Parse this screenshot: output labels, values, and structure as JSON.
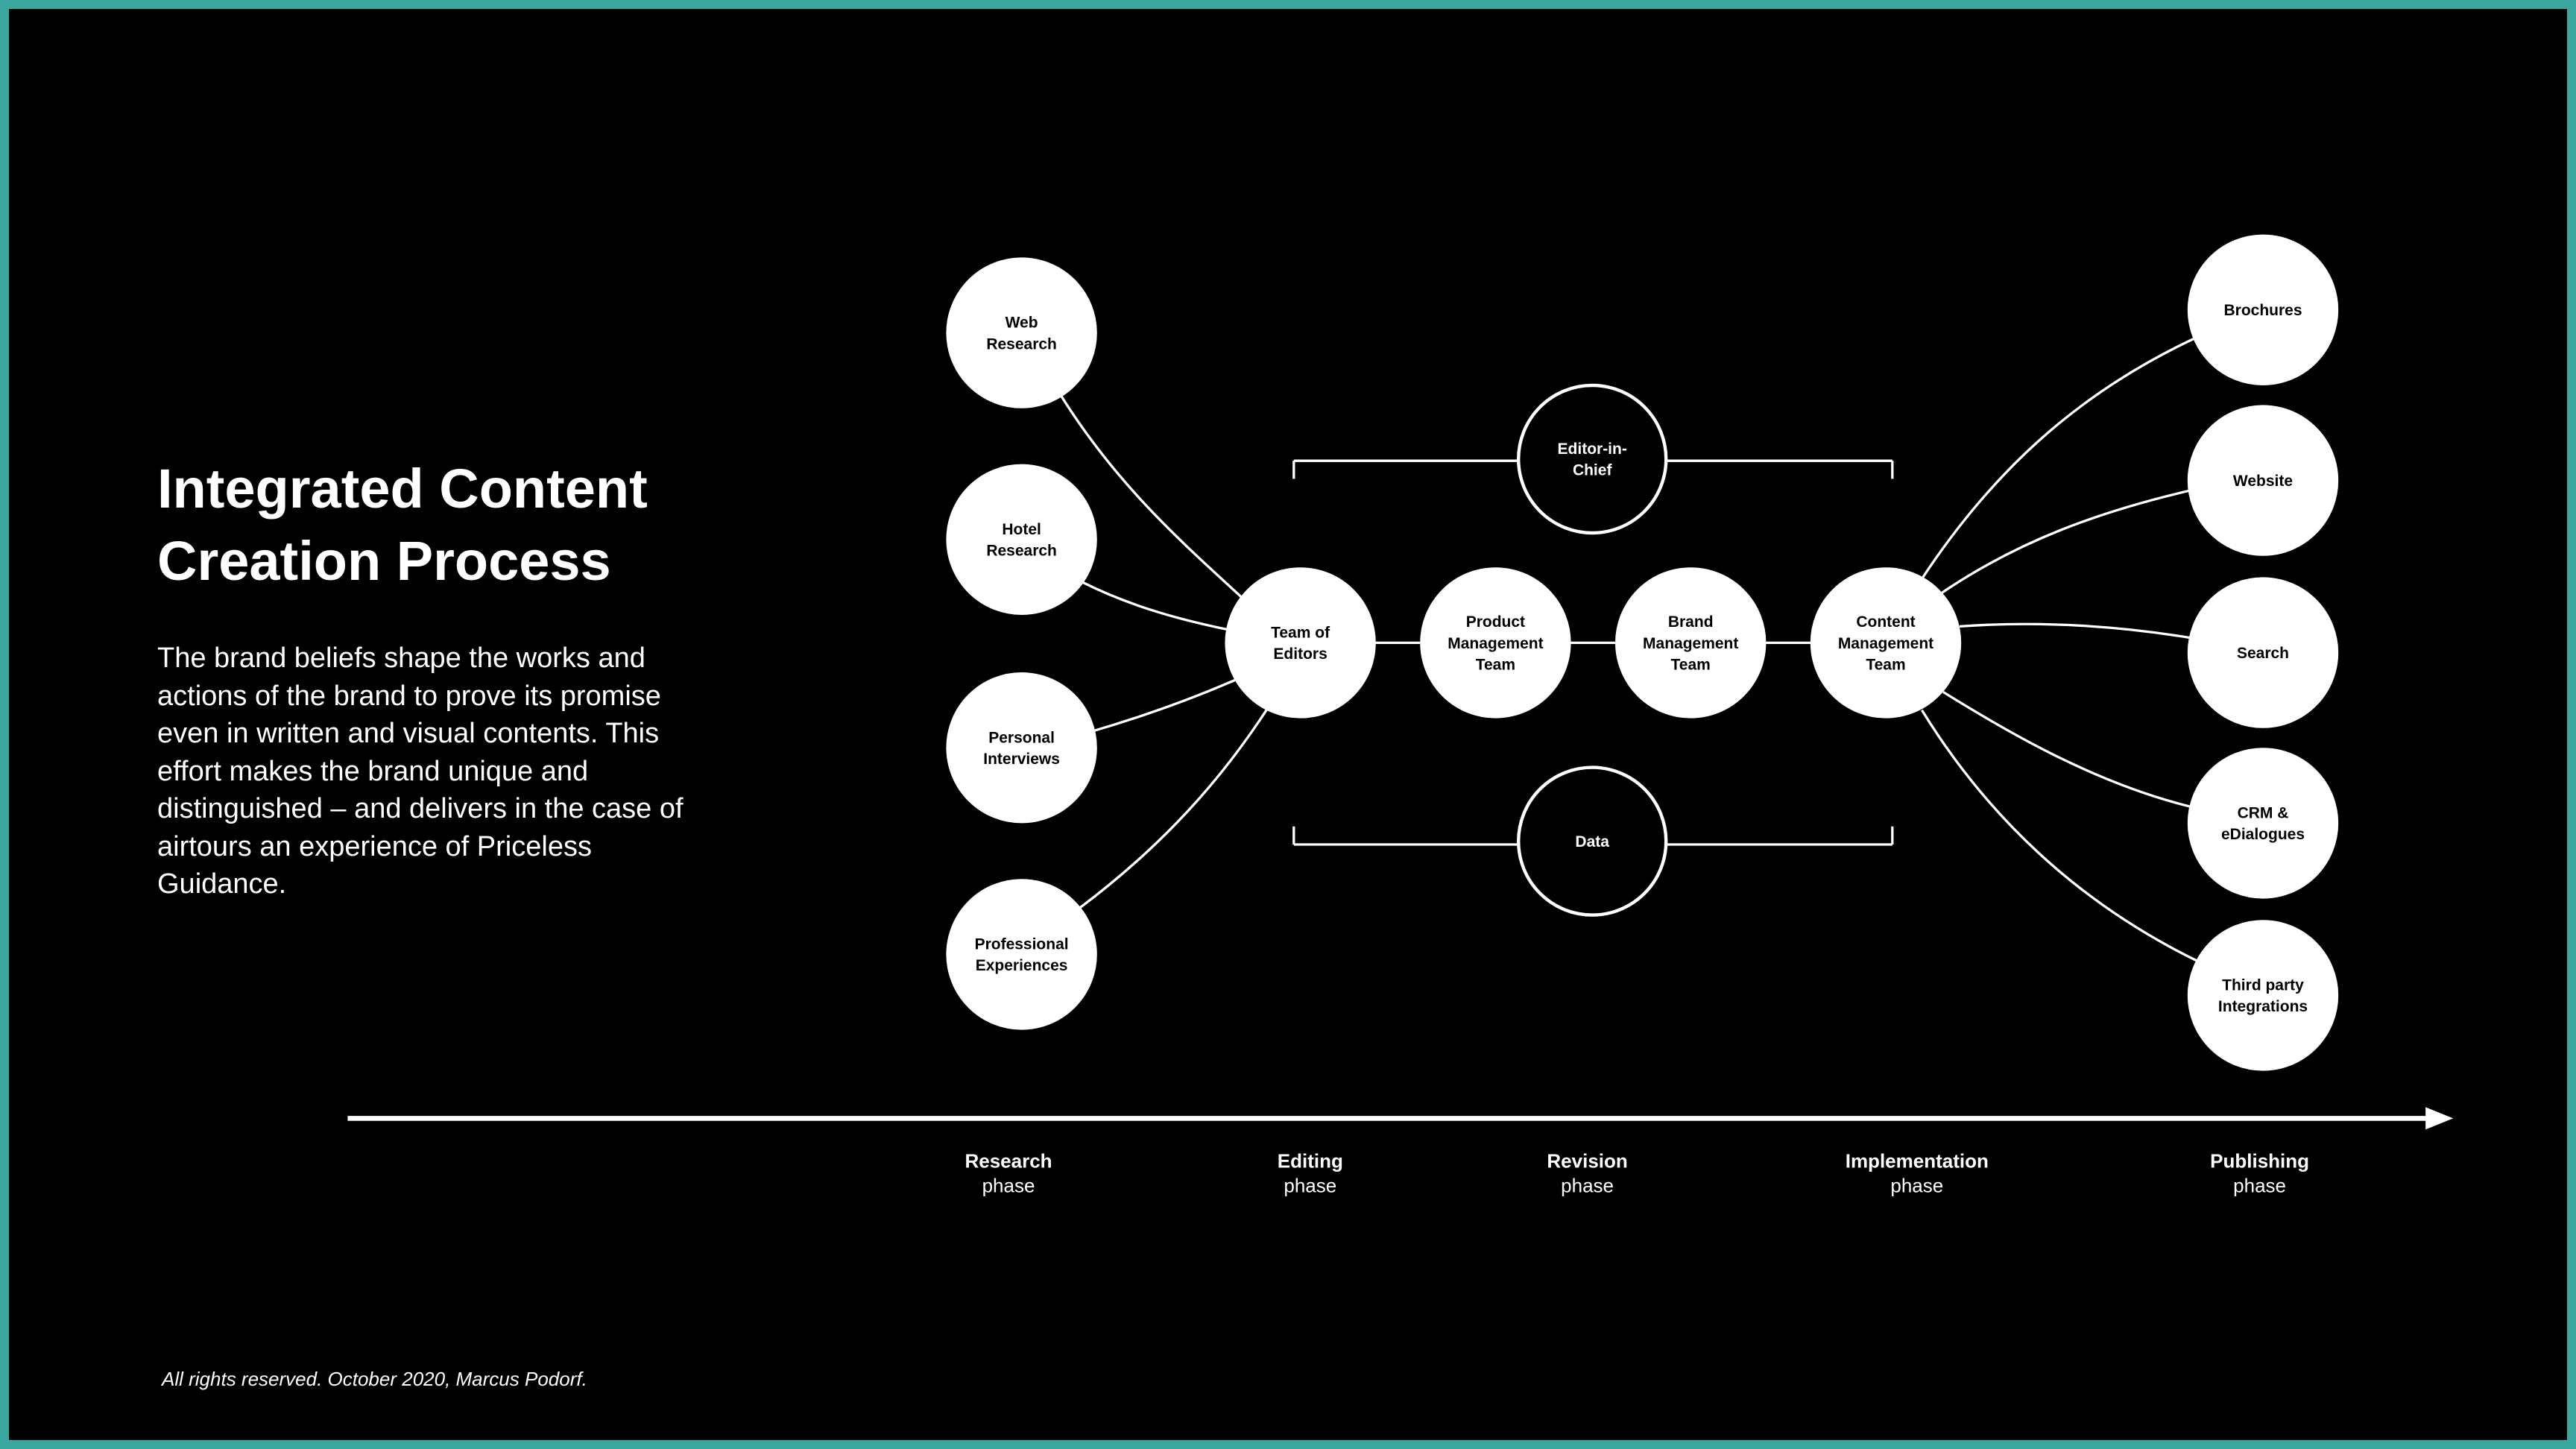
{
  "title": "Integrated Content Creation Process",
  "description": "The brand beliefs shape the works and actions of the brand to prove its promise even in written and visual contents. This effort makes the brand unique and distinguished – and delivers in the case of airtours an experience of Priceless Guidance.",
  "footer": "All rights reserved. October 2020, Marcus Podorf.",
  "colors": {
    "background": "#000000",
    "frame": "#3aa89e",
    "foreground": "#ffffff"
  },
  "sources": [
    [
      "Web",
      "Research"
    ],
    [
      "Hotel",
      "Research"
    ],
    [
      "Personal",
      "Interviews"
    ],
    [
      "Professional",
      "Experiences"
    ]
  ],
  "pipeline": [
    [
      "Team of",
      "Editors"
    ],
    [
      "Product",
      "Management",
      "Team"
    ],
    [
      "Brand",
      "Management",
      "Team"
    ],
    [
      "Content",
      "Management",
      "Team"
    ]
  ],
  "oversight": {
    "top": [
      "Editor-in-",
      "Chief"
    ],
    "bottom": [
      "Data"
    ]
  },
  "outputs": [
    [
      "Brochures"
    ],
    [
      "Website"
    ],
    [
      "Search"
    ],
    [
      "CRM &",
      "eDialogues"
    ],
    [
      "Third party",
      "Integrations"
    ]
  ],
  "phases": [
    {
      "name": "Research",
      "sub": "phase"
    },
    {
      "name": "Editing",
      "sub": "phase"
    },
    {
      "name": "Revision",
      "sub": "phase"
    },
    {
      "name": "Implementation",
      "sub": "phase"
    },
    {
      "name": "Publishing",
      "sub": "phase"
    }
  ]
}
